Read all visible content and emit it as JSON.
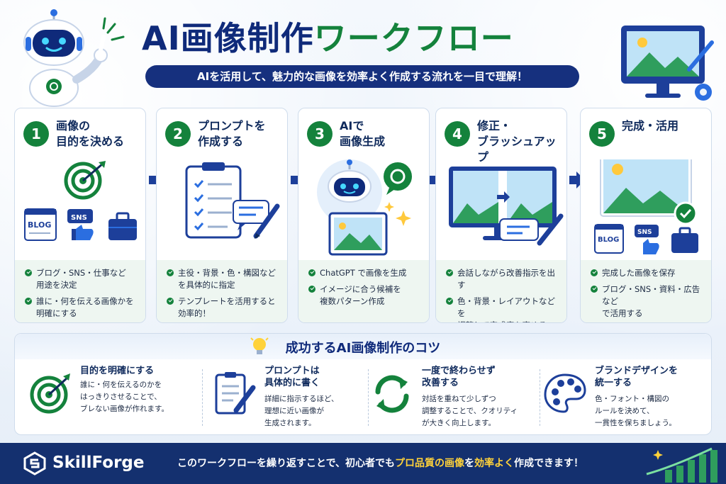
{
  "header": {
    "title_blue": "AI画像制作",
    "title_green": "ワークフロー",
    "subtitle": "AIを活用して、魅力的な画像を効率よく作成する流れを一目で理解！"
  },
  "steps": [
    {
      "num": "1",
      "title": "画像の\n目的を決める",
      "labels": [
        "BLOG",
        "SNS"
      ],
      "bullets": [
        "ブログ・SNS・仕事など\n用途を決定",
        "誰に・何を伝える画像かを\n明確にする"
      ]
    },
    {
      "num": "2",
      "title": "プロンプトを\n作成する",
      "labels": [],
      "bullets": [
        "主役・背景・色・構図などを具体的に指定",
        "テンプレートを活用すると\n効率的！"
      ]
    },
    {
      "num": "3",
      "title": "AIで\n画像生成",
      "labels": [],
      "bullets": [
        "ChatGPT で画像を生成",
        "イメージに合う候補を\n複数パターン作成"
      ]
    },
    {
      "num": "4",
      "title": "修正・\nブラッシュアップ",
      "labels": [],
      "bullets": [
        "会話しながら改善指示を出す",
        "色・背景・レイアウトなどを\n調整して完成度を高める"
      ]
    },
    {
      "num": "5",
      "title": "完成・活用",
      "labels": [
        "BLOG",
        "SNS"
      ],
      "bullets": [
        "完成した画像を保存",
        "ブログ・SNS・資料・広告など\nで活用する"
      ]
    }
  ],
  "tips": {
    "title_a": "成功する",
    "title_b": "AI",
    "title_c": "画像制作のコツ",
    "items": [
      {
        "title": "目的を明確にする",
        "body": "誰に・何を伝えるのかを\nはっきりさせることで、\nブレない画像が作れます。"
      },
      {
        "title": "プロンプトは\n具体的に書く",
        "body": "詳細に指示するほど、\n理想に近い画像が\n生成されます。"
      },
      {
        "title": "一度で終わらせず\n改善する",
        "body": "対話を重ねて少しずつ\n調整することで、クオリティ\nが大きく向上します。"
      },
      {
        "title": "ブランドデザインを\n統一する",
        "body": "色・フォント・構図の\nルールを決めて、\n一貫性を保ちましょう。"
      }
    ]
  },
  "footer": {
    "brand": "SkillForge",
    "msg_a": "このワークフローを繰り返すことで、初心者でも",
    "msg_hl1": "プロ品質の画像",
    "msg_b": "を",
    "msg_hl2": "効率よく",
    "msg_c": "作成できます！"
  },
  "colors": {
    "navy": "#0f2a7a",
    "green": "#14823c",
    "footer": "#14306f",
    "highlight": "#ffd23a"
  }
}
